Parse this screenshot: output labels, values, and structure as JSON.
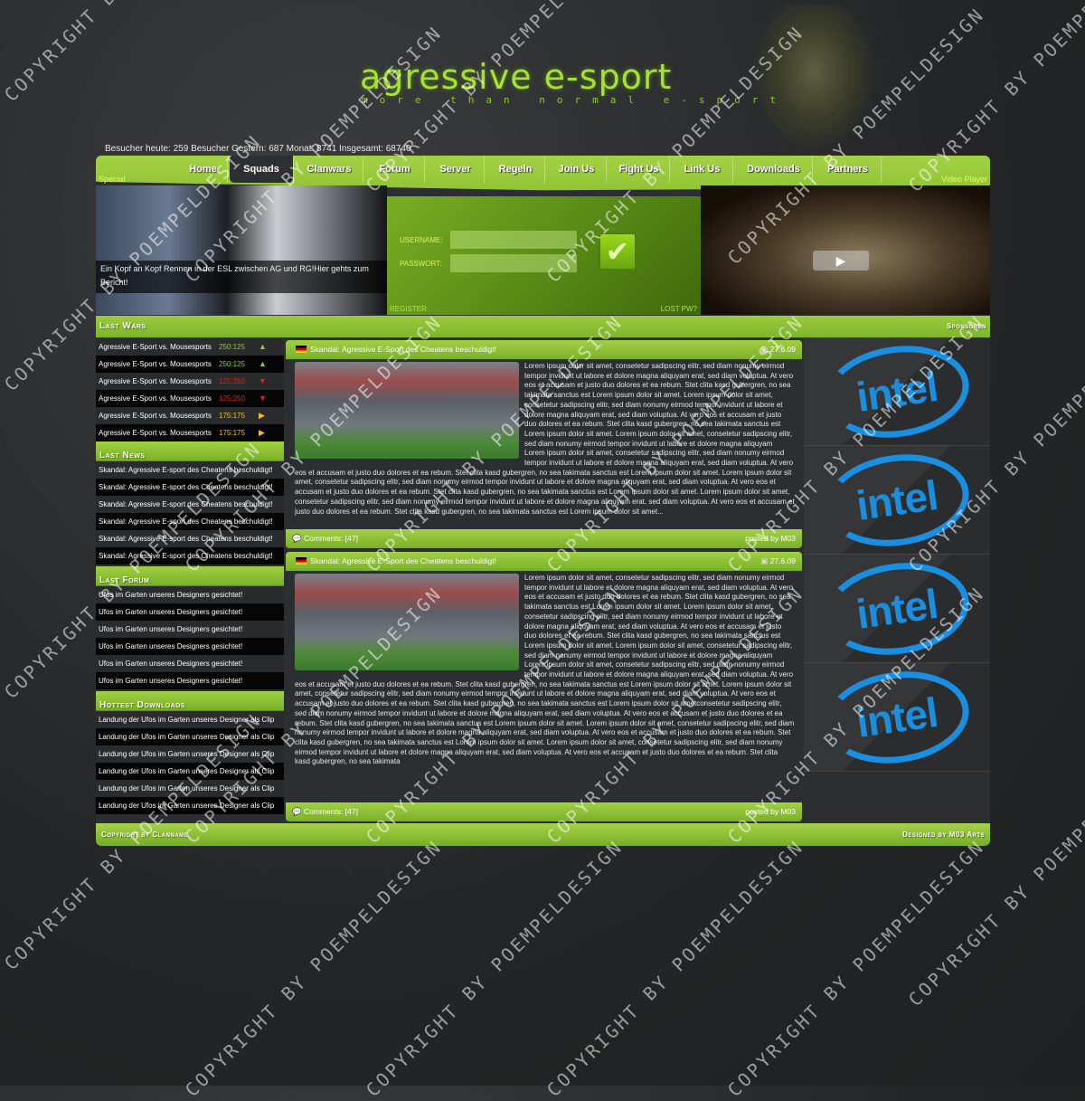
{
  "header": {
    "logo": "agressive e-sport",
    "slogan": "more than normal e-sport",
    "stats": "Besucher heute: 259 Besucher Gestern: 687 Monat: 8741 Insgesamt: 68740"
  },
  "nav": [
    "Home",
    "Squads",
    "Clanwars",
    "Forum",
    "Server",
    "Regeln",
    "Join Us",
    "Fight Us",
    "Link Us",
    "Downloads",
    "Partners"
  ],
  "nav_active": "Squads",
  "banner": {
    "special_label": "Special",
    "caption": "Ein Kopf an Kopf Rennen in der ESL zwischen AG und RG!Hier gehts zum Bericht!",
    "video_label": "Video Player"
  },
  "login": {
    "username_label": "USERNAME:",
    "password_label": "PASSWORT:",
    "register": "REGISTER",
    "lost_pw": "LOST PW?"
  },
  "sections": {
    "last_wars": "Last Wars",
    "last_news": "Last News",
    "last_forum": "Last Forum",
    "downloads": "Hottest Downloads",
    "sponsors": "Sponsoren"
  },
  "wars": [
    {
      "match": "Agressive E-Sport vs. Mousesports",
      "score": "250:125",
      "result": "win"
    },
    {
      "match": "Agressive E-Sport vs. Mousesports",
      "score": "250:125",
      "result": "win"
    },
    {
      "match": "Agressive E-Sport vs. Mousesports",
      "score": "125:250",
      "result": "loss"
    },
    {
      "match": "Agressive E-Sport vs. Mousesports",
      "score": "125:250",
      "result": "loss"
    },
    {
      "match": "Agressive E-Sport vs. Mousesports",
      "score": "175:175",
      "result": "draw"
    },
    {
      "match": "Agressive E-Sport vs. Mousesports",
      "score": "175:175",
      "result": "draw"
    }
  ],
  "colors": {
    "win": "#8fcc20",
    "loss": "#e02020",
    "draw": "#f0c020"
  },
  "news": [
    "Skandal: Agressive E-sport des Cheatens beschuldigt!",
    "Skandal: Agressive E-sport des Cheatens beschuldigt!",
    "Skandal: Agressive E-sport des Cheatens beschuldigt!",
    "Skandal: Agressive E-sport des Cheatens beschuldigt!",
    "Skandal: Agressive E-sport des Cheatens beschuldigt!",
    "Skandal: Agressive E-sport des Cheatens beschuldigt!"
  ],
  "forum": [
    "Ufos im Garten unseres Designers gesichtet!",
    "Ufos im Garten unseres Designers gesichtet!",
    "Ufos im Garten unseres Designers gesichtet!",
    "Ufos im Garten unseres Designers gesichtet!",
    "Ufos im Garten unseres Designers gesichtet!",
    "Ufos im Garten unseres Designers gesichtet!"
  ],
  "downloads": [
    "Landung der Ufos im Garten unseres Designer als Clip",
    "Landung der Ufos im Garten unseres Designer als Clip",
    "Landung der Ufos im Garten unseres Designer als Clip",
    "Landung der Ufos im Garten unseres Designer als Clip",
    "Landung der Ufos im Garten unseres Designer als Clip",
    "Landung der Ufos im Garten unseres Designer als Clip"
  ],
  "articles": [
    {
      "title": "Skandal: Agressive E-Sport des Cheatens beschuldigt!",
      "date": "27.6.09",
      "comments": "Comments: [47]",
      "posted": "posted by M03",
      "text": "Lorem ipsum dolor sit amet, consetetur sadipscing elitr, sed diam nonumy eirmod tempor invidunt ut labore et dolore magna aliquyam erat, sed diam voluptua. At vero eos et accusam et justo duo dolores et ea rebum. Stet clita kasd gubergren, no sea takimata sanctus est Lorem ipsum dolor sit amet. Lorem ipsum dolor sit amet, consetetur sadipscing elitr, sed diam nonumy eirmod tempor invidunt ut labore et dolore magna aliquyam erat, sed diam voluptua. At vero eos et accusam et justo duo dolores et ea rebum. Stet clita kasd gubergren, no sea takimata sanctus est Lorem ipsum dolor sit amet. Lorem ipsum dolor sit amet, consetetur sadipscing elitr, sed diam nonumy eirmod tempor invidunt ut labore et dolore magna aliquyam Lorem ipsum dolor sit amet, consetetur sadipscing elitr, sed diam nonumy eirmod tempor invidunt ut labore et dolore magna aliquyam erat, sed diam voluptua. At vero eos et accusam et justo duo dolores et ea rebum. Stet clita kasd gubergren, no sea takimata sanctus est Lorem ipsum dolor sit amet. Lorem ipsum dolor sit amet, consetetur sadipscing elitr, sed diam nonumy eirmod tempor invidunt ut labore et dolore magna aliquyam erat, sed diam voluptua. At vero eos et accusam et justo duo dolores et ea rebum. Stet clita kasd gubergren, no sea takimata sanctus est Lorem ipsum dolor sit amet. Lorem ipsum dolor sit amet, consetetur sadipscing elitr, sed diam nonumy eirmod tempor invidunt ut labore et dolore magna aliquyam erat, sed diam voluptua. At vero eos et accusam et justo duo dolores et ea rebum. Stet clita kasd gubergren, no sea takimata sanctus est Lorem ipsum dolor sit amet..."
    },
    {
      "title": "Skandal: Agressive E-Sport des Cheatens beschuldigt!",
      "date": "27.6.09",
      "comments": "Comments: [47]",
      "posted": "posted by M03",
      "text": "Lorem ipsum dolor sit amet, consetetur sadipscing elitr, sed diam nonumy eirmod tempor invidunt ut labore et dolore magna aliquyam erat, sed diam voluptua. At vero eos et accusam et justo duo dolores et ea rebum. Stet clita kasd gubergren, no sea takimata sanctus est Lorem ipsum dolor sit amet. Lorem ipsum dolor sit amet, consetetur sadipscing elitr, sed diam nonumy eirmod tempor invidunt ut labore et dolore magna aliquyam erat, sed diam voluptua. At vero eos et accusam et justo duo dolores et ea rebum. Stet clita kasd gubergren, no sea takimata sanctus est Lorem ipsum dolor sit amet. Lorem ipsum dolor sit amet, consetetur sadipscing elitr, sed diam nonumy eirmod tempor invidunt ut labore et dolore magna aliquyam Lorem ipsum dolor sit amet, consetetur sadipscing elitr, sed diam nonumy eirmod tempor invidunt ut labore et dolore magna aliquyam erat, sed diam voluptua. At vero eos et accusam et justo duo dolores et ea rebum. Stet clita kasd gubergren, no sea takimata sanctus est Lorem ipsum dolor sit amet. Lorem ipsum dolor sit amet, consetetur sadipscing elitr, sed diam nonumy eirmod tempor invidunt ut labore et dolore magna aliquyam erat, sed diam voluptua. At vero eos et accusam et justo duo dolores et ea rebum. Stet clita kasd gubergren, no sea takimata sanctus est Lorem ipsum dolor sit ametconsetetur sadipscing elitr, sed diam nonumy eirmod tempor invidunt ut labore et dolore magna aliquyam erat, sed diam voluptua. At vero eos et accusam et justo duo dolores et ea rebum. Stet clita kasd gubergren, no sea takimata sanctus est Lorem ipsum dolor sit amet. Lorem ipsum dolor sit amet, consetetur sadipscing elitr, sed diam nonumy eirmod tempor invidunt ut labore et dolore magna aliquyam erat, sed diam voluptua. At vero eos et accusam et justo duo dolores et ea rebum. Stet clita kasd gubergren, no sea takimata sanctus est Lorem ipsum dolor sit amet. Lorem ipsum dolor sit amet, consetetur sadipscing elitr, sed diam nonumy eirmod tempor invidunt ut labore et dolore magna aliquyam erat, sed diam voluptua. At vero eos et accusam et justo duo dolores et ea rebum. Stet clita kasd gubergren, no sea takimata"
    }
  ],
  "sponsors": [
    "intel",
    "intel",
    "intel",
    "intel"
  ],
  "footer": {
    "left": "Copyright by Clanname",
    "right": "Designed by M03 Arts"
  },
  "watermark": "COPYRIGHT BY POEMPELDESIGN"
}
